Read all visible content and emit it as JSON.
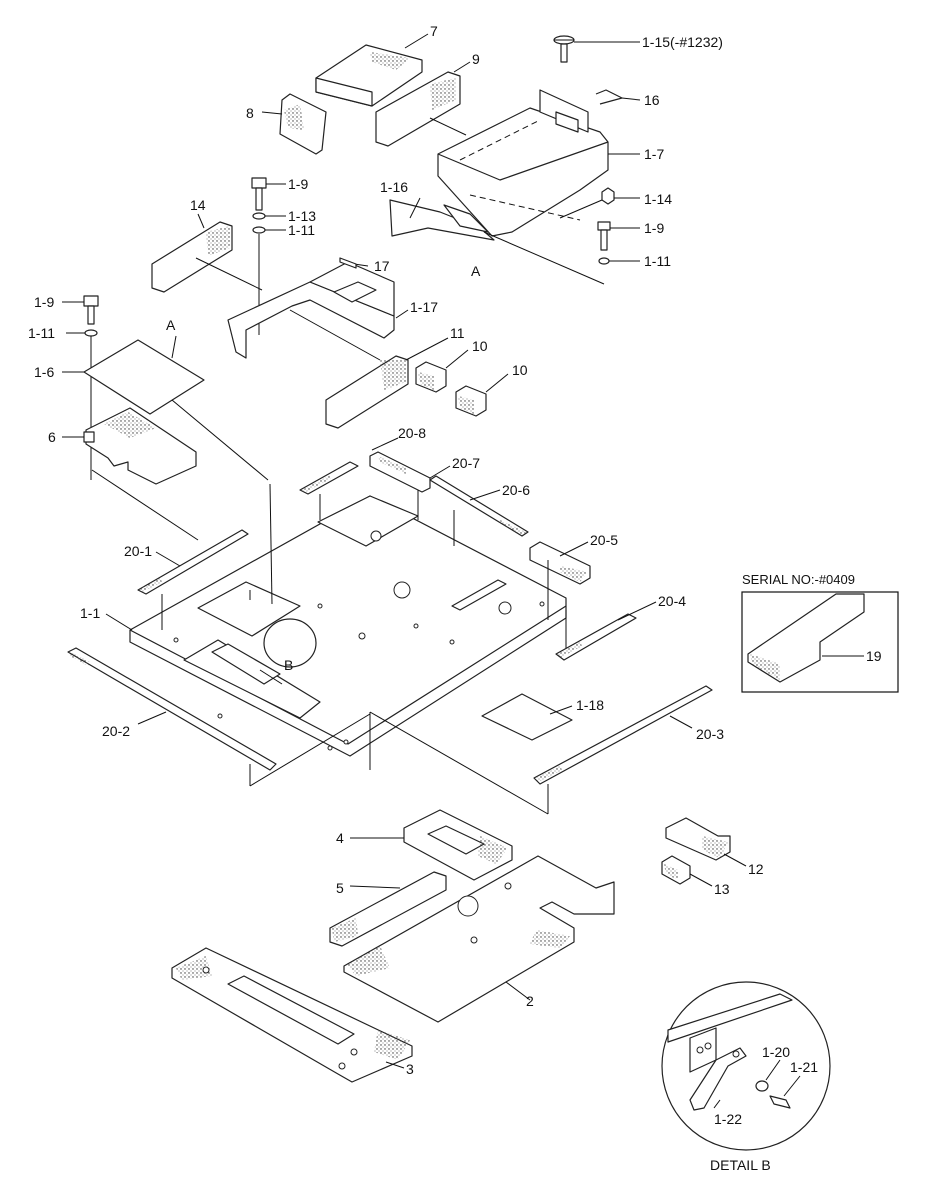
{
  "labels": {
    "p7": "7",
    "p9_top": "9",
    "p8": "8",
    "p1_15": "1-15(-#1232)",
    "p16": "16",
    "p1_7": "1-7",
    "p1_9_a": "1-9",
    "p1_13": "1-13",
    "p1_11_a": "1-11",
    "p1_16": "1-16",
    "p1_14": "1-14",
    "p1_9_b": "1-9",
    "p1_11_b": "1-11",
    "pA_top": "A",
    "p14": "14",
    "p17": "17",
    "p1_17": "1-17",
    "p1_9_c": "1-9",
    "p1_11_c": "1-11",
    "pA_left": "A",
    "p1_6": "1-6",
    "p11": "11",
    "p10_a": "10",
    "p10_b": "10",
    "p6": "6",
    "p20_8": "20-8",
    "p20_7": "20-7",
    "p20_6": "20-6",
    "p20_1": "20-1",
    "p20_5": "20-5",
    "p1_1": "1-1",
    "p20_4": "20-4",
    "pB": "B",
    "p1_18": "1-18",
    "p20_2": "20-2",
    "p20_3": "20-3",
    "p4": "4",
    "p12": "12",
    "p5": "5",
    "p13": "13",
    "p2": "2",
    "p3": "3",
    "p19": "19",
    "p1_20": "1-20",
    "p1_21": "1-21",
    "p1_22": "1-22"
  },
  "serial_box": {
    "title": "SERIAL NO:-#0409"
  },
  "detail_b": {
    "caption": "DETAIL B"
  }
}
